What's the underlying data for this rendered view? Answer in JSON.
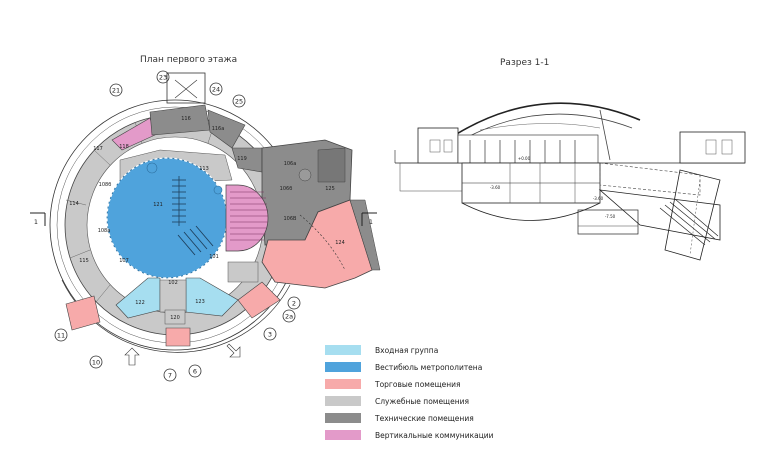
{
  "plan": {
    "title": "План первого этажа",
    "section_marker": "1",
    "rooms": [
      "121",
      "113",
      "116",
      "116a",
      "117",
      "118",
      "119",
      "114",
      "115",
      "108б",
      "108a",
      "107",
      "122",
      "123",
      "120",
      "102",
      "101",
      "106a",
      "106б",
      "106B",
      "124",
      "125"
    ],
    "callouts": [
      "21",
      "23",
      "24",
      "25",
      "11",
      "10",
      "7",
      "6",
      "3",
      "2",
      "2a"
    ]
  },
  "section": {
    "title": "Разрез 1-1",
    "levels": [
      "+0.00",
      "-3.60",
      "-3.60",
      "-7.50"
    ]
  },
  "legend": {
    "items": [
      {
        "label": "Входная группа",
        "color": "#a6def0"
      },
      {
        "label": "Вестибюль метрополитена",
        "color": "#4fa3dc"
      },
      {
        "label": "Торговые помещения",
        "color": "#f7aaaa"
      },
      {
        "label": "Служебные помещения",
        "color": "#c9c9c9"
      },
      {
        "label": "Технические помещения",
        "color": "#8c8c8c"
      },
      {
        "label": "Вертикальные коммуникации",
        "color": "#e39ac9"
      }
    ]
  }
}
